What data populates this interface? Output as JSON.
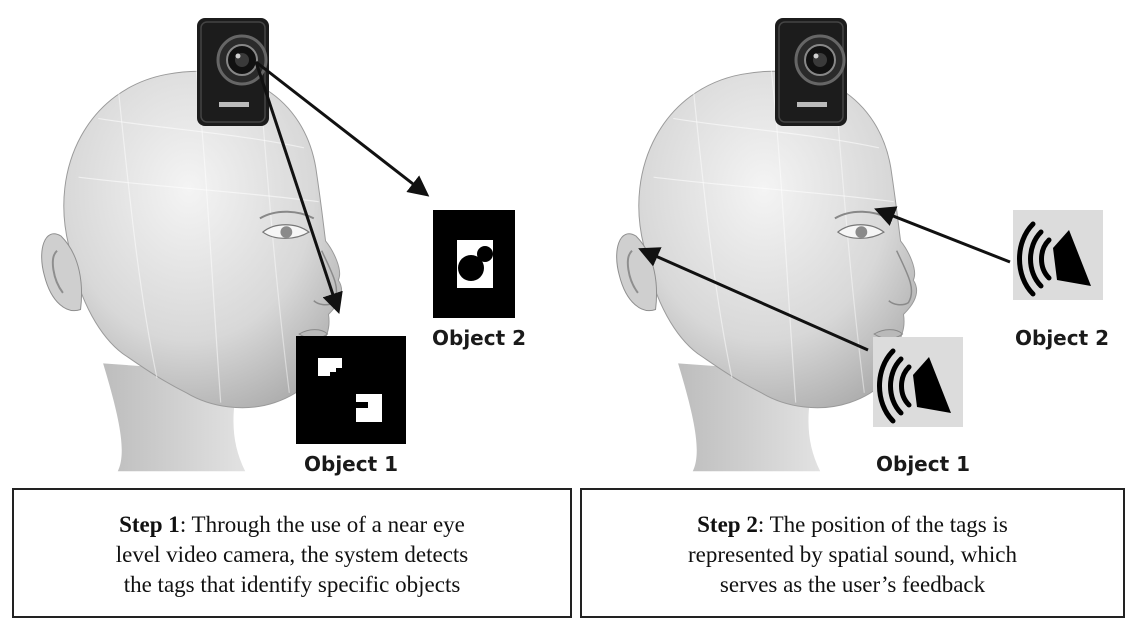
{
  "panel1": {
    "object1_label": "Object 1",
    "object2_label": "Object 2",
    "caption": {
      "step_label": "Step 1",
      "line1_rest": ": Through the use of a near eye",
      "line2": "level video camera, the system detects",
      "line3": "the tags that identify specific objects"
    }
  },
  "panel2": {
    "object1_label": "Object 1",
    "object2_label": "Object 2",
    "caption": {
      "step_label": "Step 2",
      "line1_rest": ": The position of the tags is",
      "line2": "represented by spatial sound, which",
      "line3": "serves as the user’s feedback"
    }
  },
  "icons": {
    "left_head": "head-illustration",
    "left_camera": "camera-icon",
    "object1_tag": "fiducial-marker-squares",
    "object2_tag": "fiducial-marker-circles",
    "right_head": "head-illustration",
    "right_camera": "camera-icon",
    "speaker1": "speaker-sound-icon",
    "speaker2": "speaker-sound-icon"
  },
  "colors": {
    "skin_light": "#e6e6e6",
    "skin_shade": "#b8b8b8",
    "camera_body": "#1c1c1c",
    "tag_black": "#000000",
    "speaker_bg": "#dcdcdc"
  }
}
